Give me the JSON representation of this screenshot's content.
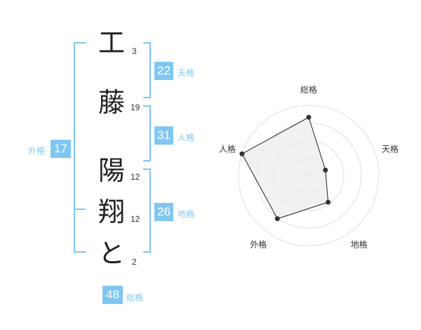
{
  "name": {
    "chars": [
      {
        "char": "工",
        "strokes": "3"
      },
      {
        "char": "藤",
        "strokes": "19"
      },
      {
        "char": "陽",
        "strokes": "12"
      },
      {
        "char": "翔",
        "strokes": "12"
      },
      {
        "char": "と",
        "strokes": "2"
      }
    ]
  },
  "fortune": {
    "tenkaku": {
      "value": "22",
      "label": "天格"
    },
    "jinkaku": {
      "value": "31",
      "label": "人格"
    },
    "chikaku": {
      "value": "26",
      "label": "地格"
    },
    "gaikaku": {
      "value": "17",
      "label": "外格"
    },
    "soukaku": {
      "value": "48",
      "label": "総格"
    }
  },
  "chart_data": {
    "type": "radar",
    "axes": [
      "総格",
      "天格",
      "地格",
      "外格",
      "人格"
    ],
    "values": [
      0.83,
      0.25,
      0.47,
      0.76,
      1.0
    ],
    "rings": 4,
    "colors": {
      "accent": "#7fc7f2",
      "fill": "#eeeeee",
      "stroke": "#222222",
      "ring": "#dddddd"
    }
  }
}
